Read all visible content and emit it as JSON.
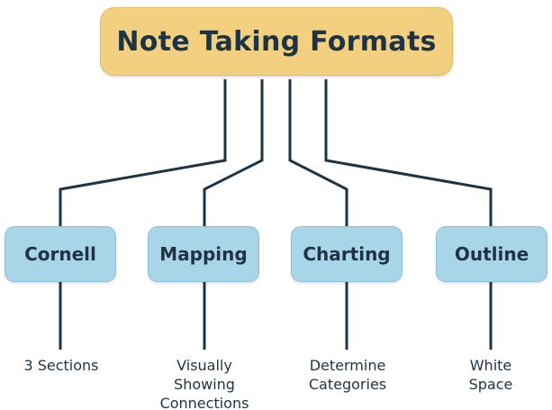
{
  "root": {
    "label": "Note Taking Formats"
  },
  "formats": [
    {
      "label": "Cornell",
      "detail": "3 Sections"
    },
    {
      "label": "Mapping",
      "detail": "Visually\nShowing\nConnections"
    },
    {
      "label": "Charting",
      "detail": "Determine\nCategories"
    },
    {
      "label": "Outline",
      "detail": "White\nSpace"
    }
  ],
  "colors": {
    "root_fill": "#f2d07f",
    "child_fill": "#a9d5e9",
    "line": "#1e3444",
    "text": "#1e3444"
  }
}
